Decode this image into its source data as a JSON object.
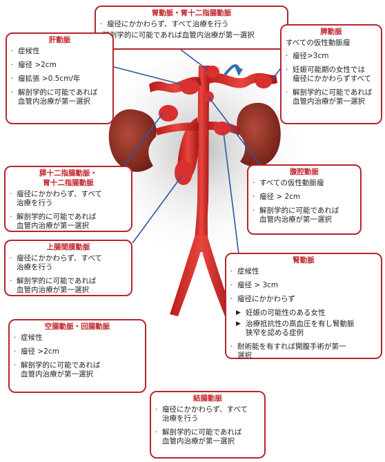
{
  "boxes": {
    "gastroduodenal": {
      "title": "胃動脈・胃十二指腸動脈",
      "items": [
        "瘤径にかかわらず、すべて治療を行う",
        ".解剖学的に可能であれば血管内治療が第一選択"
      ]
    },
    "hepatic": {
      "title": "肝動脈",
      "items": [
        "症候性",
        "瘤径 >2cm",
        "瘤拡張 >0.5cm/年",
        "解剖学的に可能であれば\n血管内治療が第一選択"
      ]
    },
    "splenic": {
      "title": "脾動脈",
      "lead": "すべての仮性動脈瘤",
      "items": [
        "瘤径>3cm",
        "妊娠可能期の女性では\n瘤径にかかわらずすべて",
        "解剖学的に可能であれば\n血管内治療が第一選択"
      ]
    },
    "pancreaticoduodenal": {
      "title": "膵十二指腸動脈・\n胃十二指腸動脈",
      "items": [
        "瘤径にかかわらず、すべて\n治療を行う",
        "解剖学的に可能であれば\n血管内治療が第一選択"
      ]
    },
    "celiac": {
      "title": "腹腔動脈",
      "items": [
        "すべての仮性動脈瘤",
        "瘤径 > 2cm",
        "解剖学的に可能であれば\n血管内治療が第一選択"
      ]
    },
    "sma": {
      "title": "上腸間膜動脈",
      "items": [
        "瘤径にかかわらず、すべて\n治療を行う",
        "解剖学的に可能であれば\n血管内治療が第一選択"
      ]
    },
    "renal": {
      "title": "腎動脈",
      "items": [
        "症候性",
        "瘤径 > 3cm",
        "瘤径にかかわらず"
      ],
      "subitems": [
        "妊娠の可能性のある女性",
        "治療抵抗性の高血圧を有し腎動脈\n狭窄を認める症例"
      ],
      "last": "耐術能を有すれば開腹手術が第一\n選択"
    },
    "jejunal": {
      "title": "空腸動脈・回腸動脈",
      "items": [
        "症候性",
        "瘤径 >2cm",
        "解剖学的に可能であれば\n血管内治療が第一選択"
      ]
    },
    "colic": {
      "title": "結腸動脈",
      "items": [
        "瘤径にかかわらず、すべて\n治療を行う",
        "解剖学的に可能であれば\n血管内治療が第一選択"
      ]
    }
  },
  "colors": {
    "border": "#b5252f",
    "title": "#c0272d",
    "artery": "#d42a2a",
    "kidney": "#8e2a20",
    "connector": "#2f55a4"
  }
}
